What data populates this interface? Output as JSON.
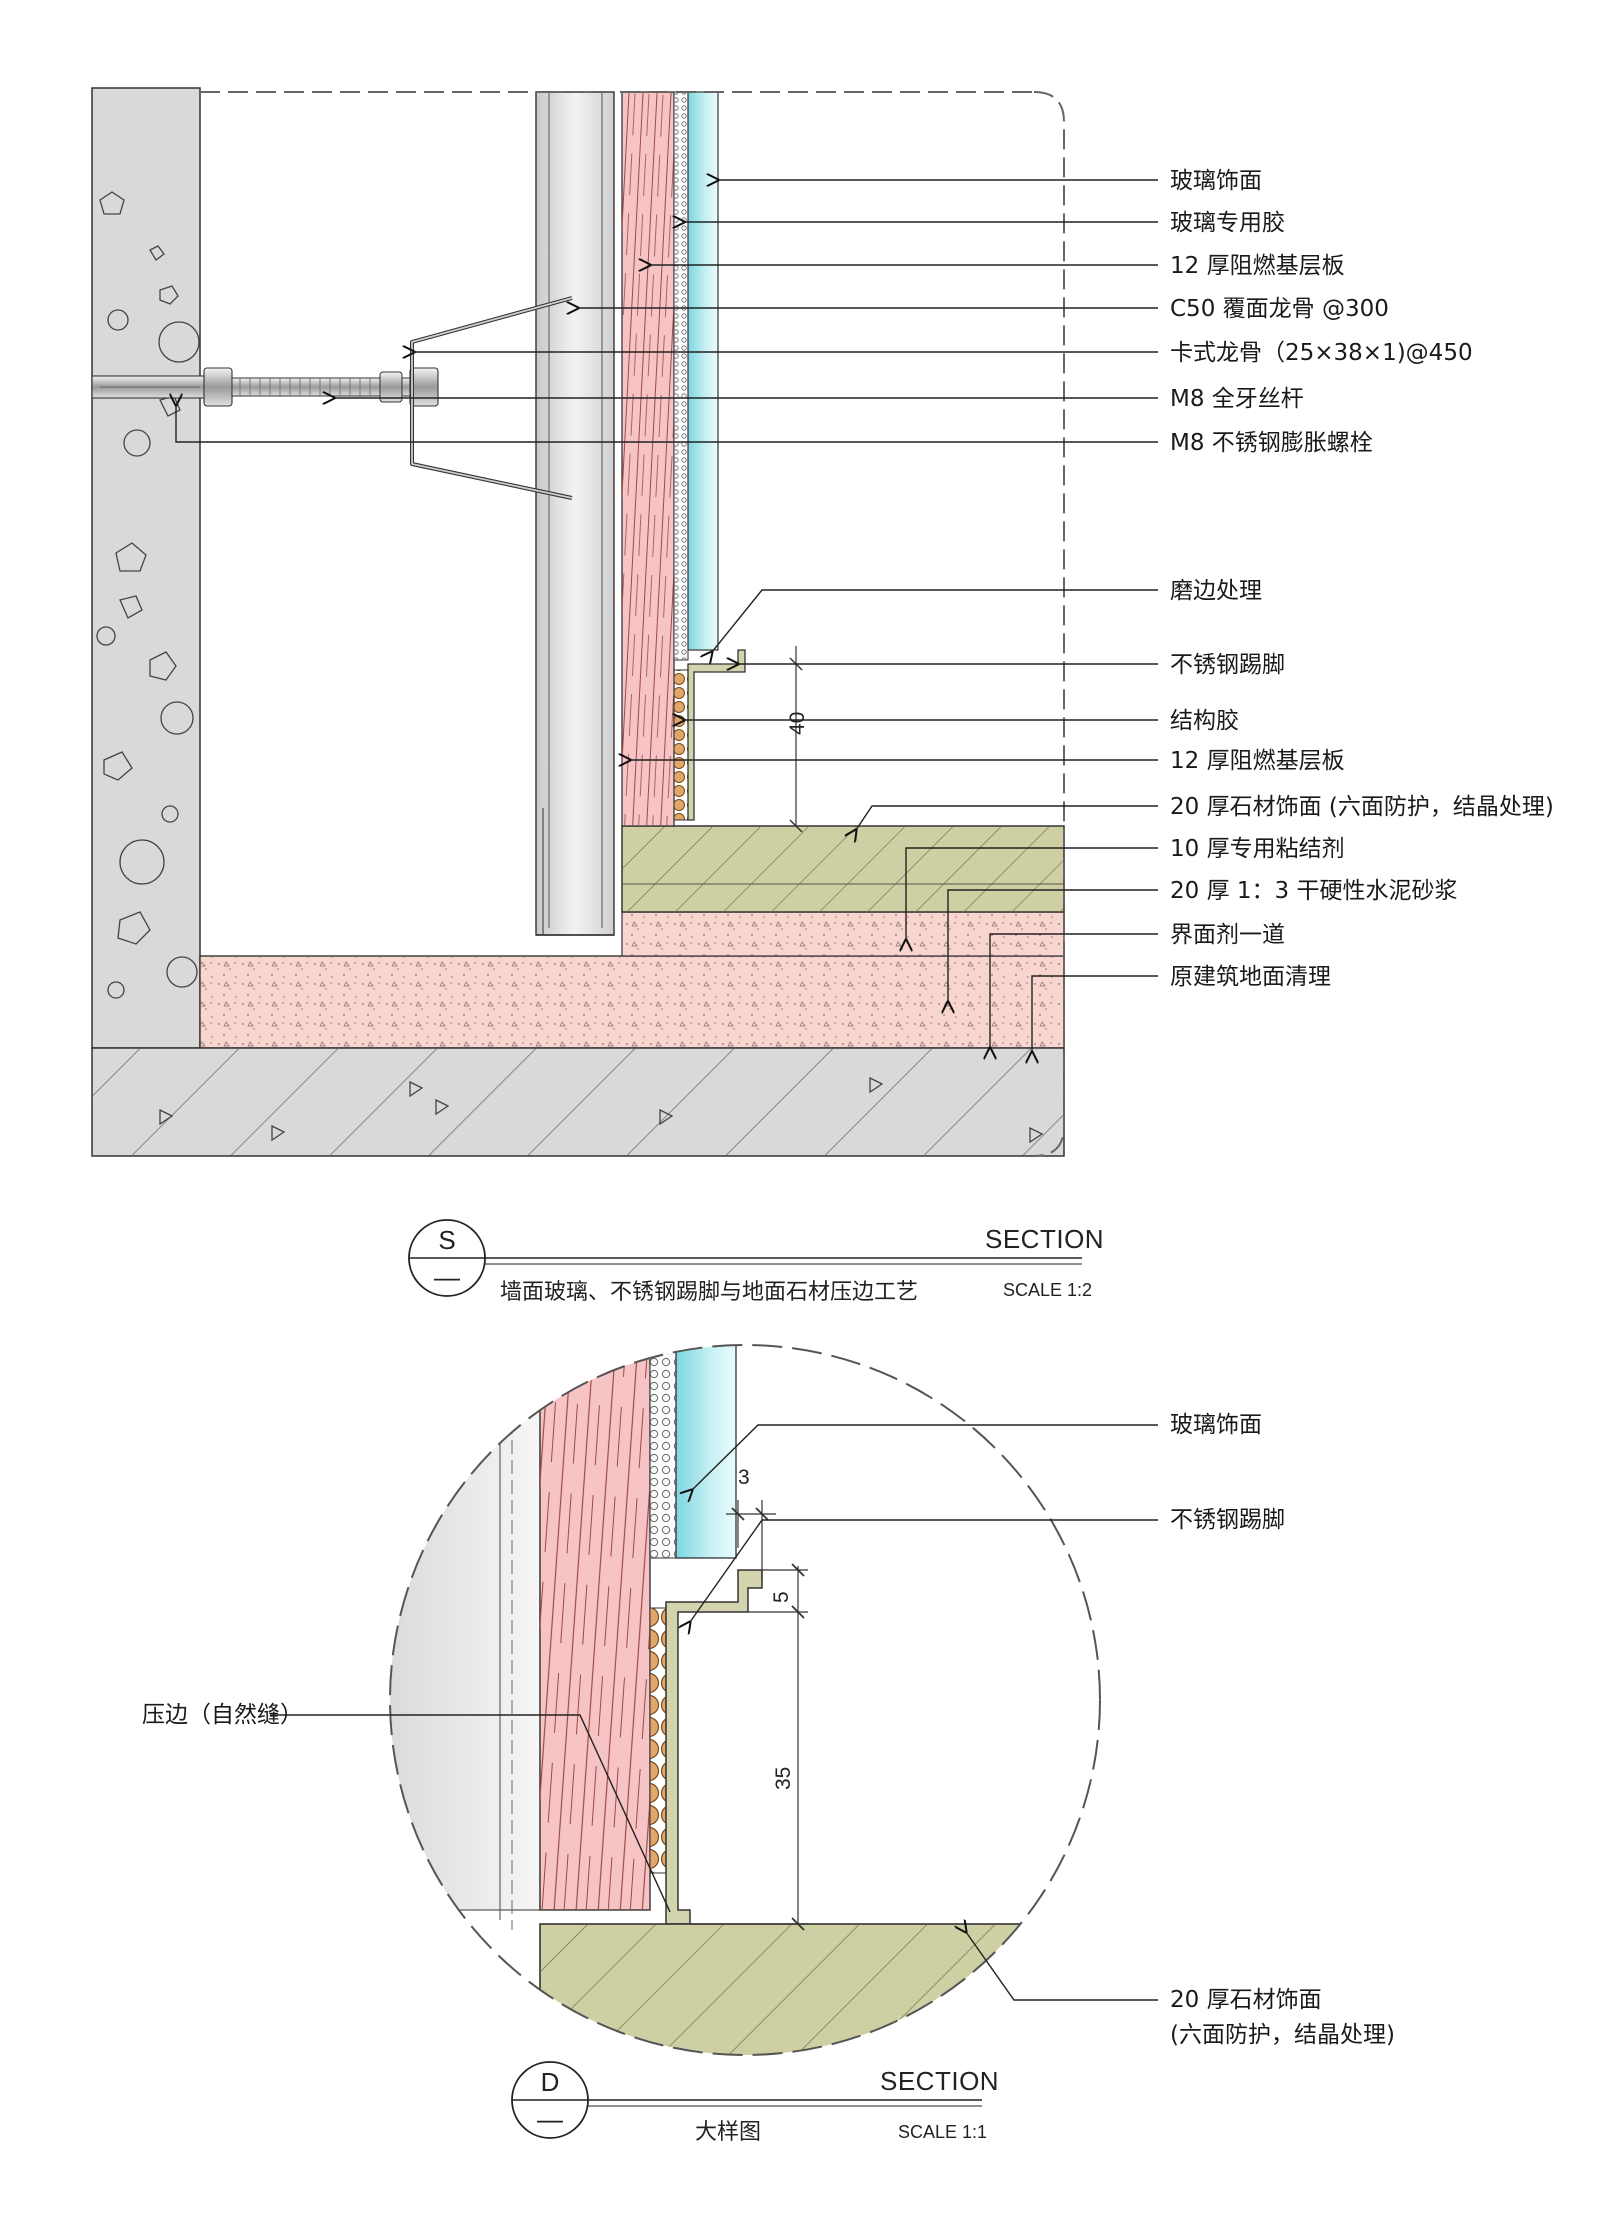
{
  "section_s": {
    "id": "S",
    "sub": "—",
    "word": "SECTION",
    "title": "墙面玻璃、不锈钢踢脚与地面石材压边工艺",
    "scale": "SCALE 1:2",
    "dimension": "40",
    "labels": [
      "玻璃饰面",
      "玻璃专用胶",
      "12 厚阻燃基层板",
      "C50 覆面龙骨 @300",
      "卡式龙骨（25×38×1)@450",
      "M8 全牙丝杆",
      "M8 不锈钢膨胀螺栓",
      "磨边处理",
      "不锈钢踢脚",
      "结构胶",
      "12 厚阻燃基层板",
      "20 厚石材饰面 (六面防护，结晶处理)",
      "10 厚专用粘结剂",
      "20 厚 1：3 干硬性水泥砂浆",
      "界面剂一道",
      "原建筑地面清理"
    ]
  },
  "section_d": {
    "id": "D",
    "sub": "—",
    "word": "SECTION",
    "title": "大样图",
    "scale": "SCALE 1:1",
    "dimensions": [
      "3",
      "5",
      "35"
    ],
    "labels": {
      "glass": "玻璃饰面",
      "skirting": "不锈钢踢脚",
      "edge": "压边（自然缝）",
      "stone_line1": "20 厚石材饰面",
      "stone_line2": "(六面防护，结晶处理)"
    }
  }
}
